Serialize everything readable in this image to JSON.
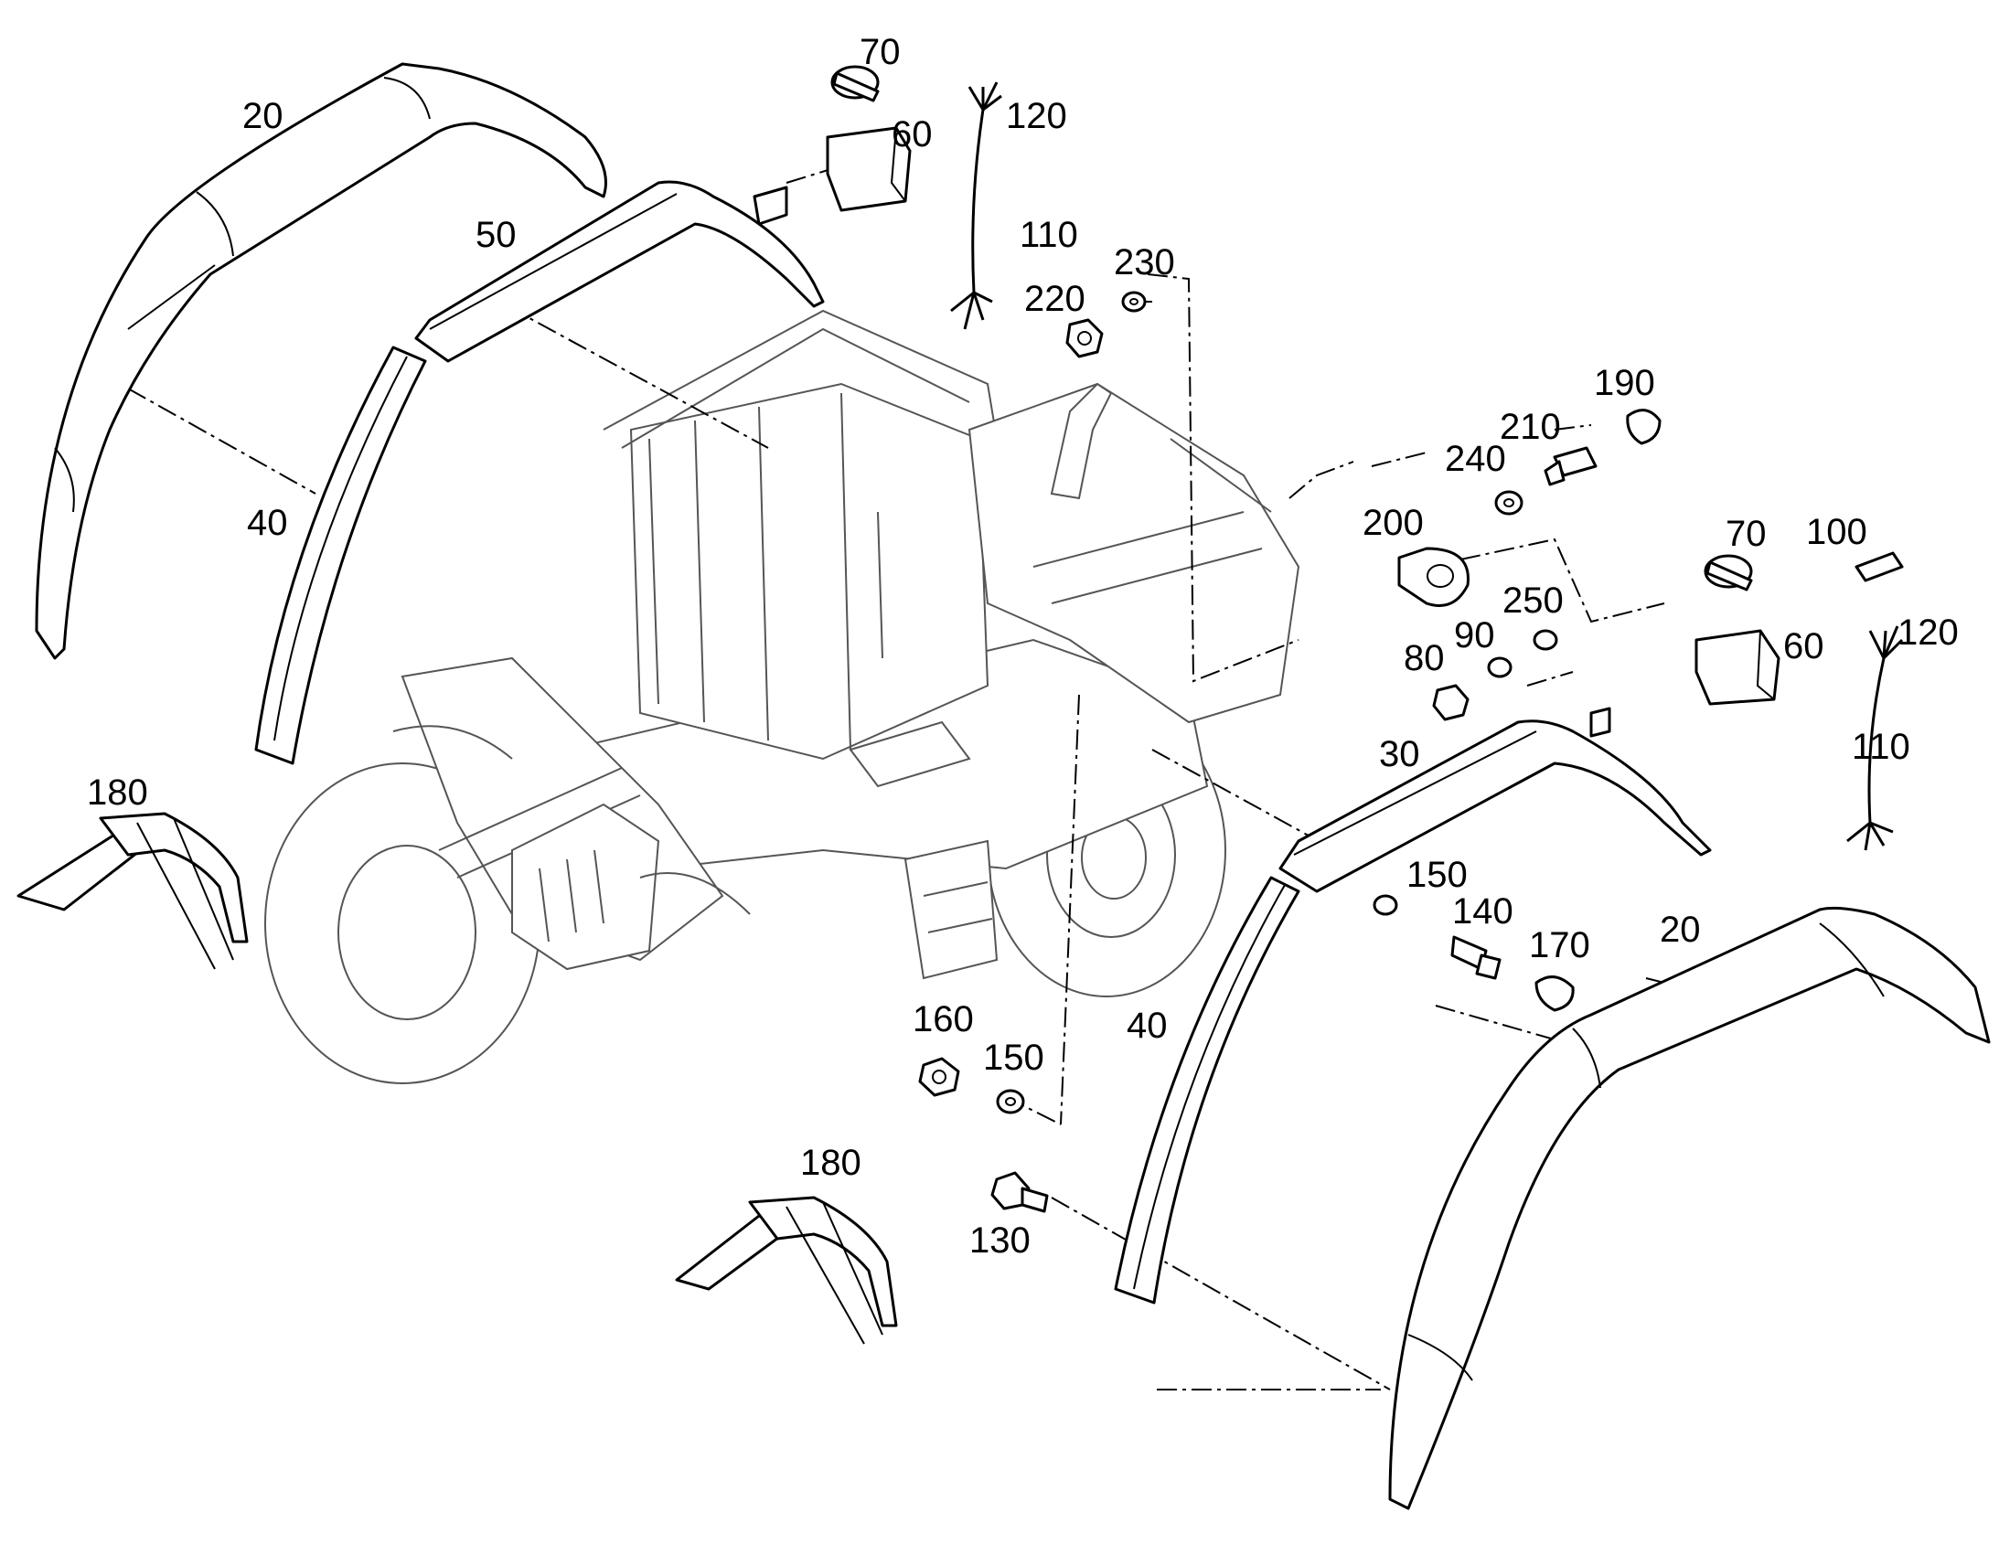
{
  "callouts": {
    "fender_rear_left": "20",
    "fender_rear_right": "20",
    "fender_front_left": "50",
    "fender_front_right": "30",
    "fender_strip_left": "40",
    "fender_strip_right": "40",
    "lamp_left": "70",
    "lamp_right": "70",
    "lamp_housing_left": "60",
    "lamp_housing_right": "60",
    "harness_left": "110",
    "harness_right": "110",
    "connector_left": "120",
    "connector_right": "120",
    "bolt_100": "100",
    "bolt_130": "130",
    "bolt_140": "140",
    "washer_150_upper": "150",
    "washer_150_lower": "150",
    "nut_160": "160",
    "cap_170": "170",
    "mudflap_left": "180",
    "mudflap_right": "180",
    "cap_190": "190",
    "clamp_200": "200",
    "bolt_210": "210",
    "nut_220": "220",
    "washer_230": "230",
    "washer_240": "240",
    "washer_250": "250",
    "nut_80": "80",
    "washer_90": "90"
  }
}
